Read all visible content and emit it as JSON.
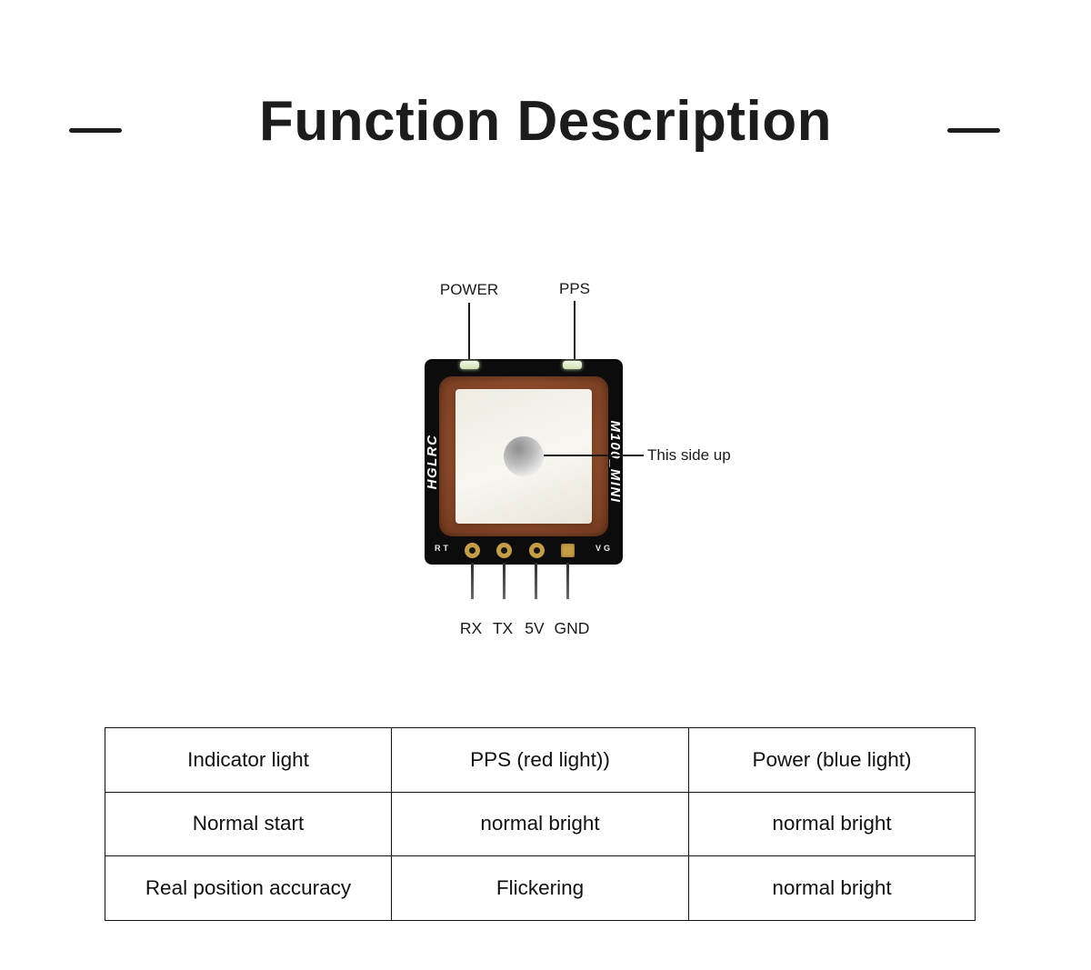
{
  "page": {
    "title": "Function Description"
  },
  "module": {
    "brand": "HGLRC",
    "model": "M100_MINI",
    "silkscreen_left": "RT",
    "silkscreen_right": "VG",
    "callouts": {
      "power": "POWER",
      "pps": "PPS",
      "this_side_up": "This side up"
    },
    "pin_labels": [
      "RX",
      "TX",
      "5V",
      "GND"
    ],
    "colors": {
      "pcb": "#0c0c0c",
      "antenna_brown": "#8a4a2a",
      "ceramic_white": "#f3f0e9",
      "pad_gold": "#c49d45",
      "led": "#dcecc0"
    }
  },
  "table": {
    "rows": [
      [
        "Indicator light",
        "PPS (red light))",
        "Power (blue light)"
      ],
      [
        "Normal start",
        "normal bright",
        "normal bright"
      ],
      [
        "Real position accuracy",
        "Flickering",
        "normal bright"
      ]
    ]
  }
}
